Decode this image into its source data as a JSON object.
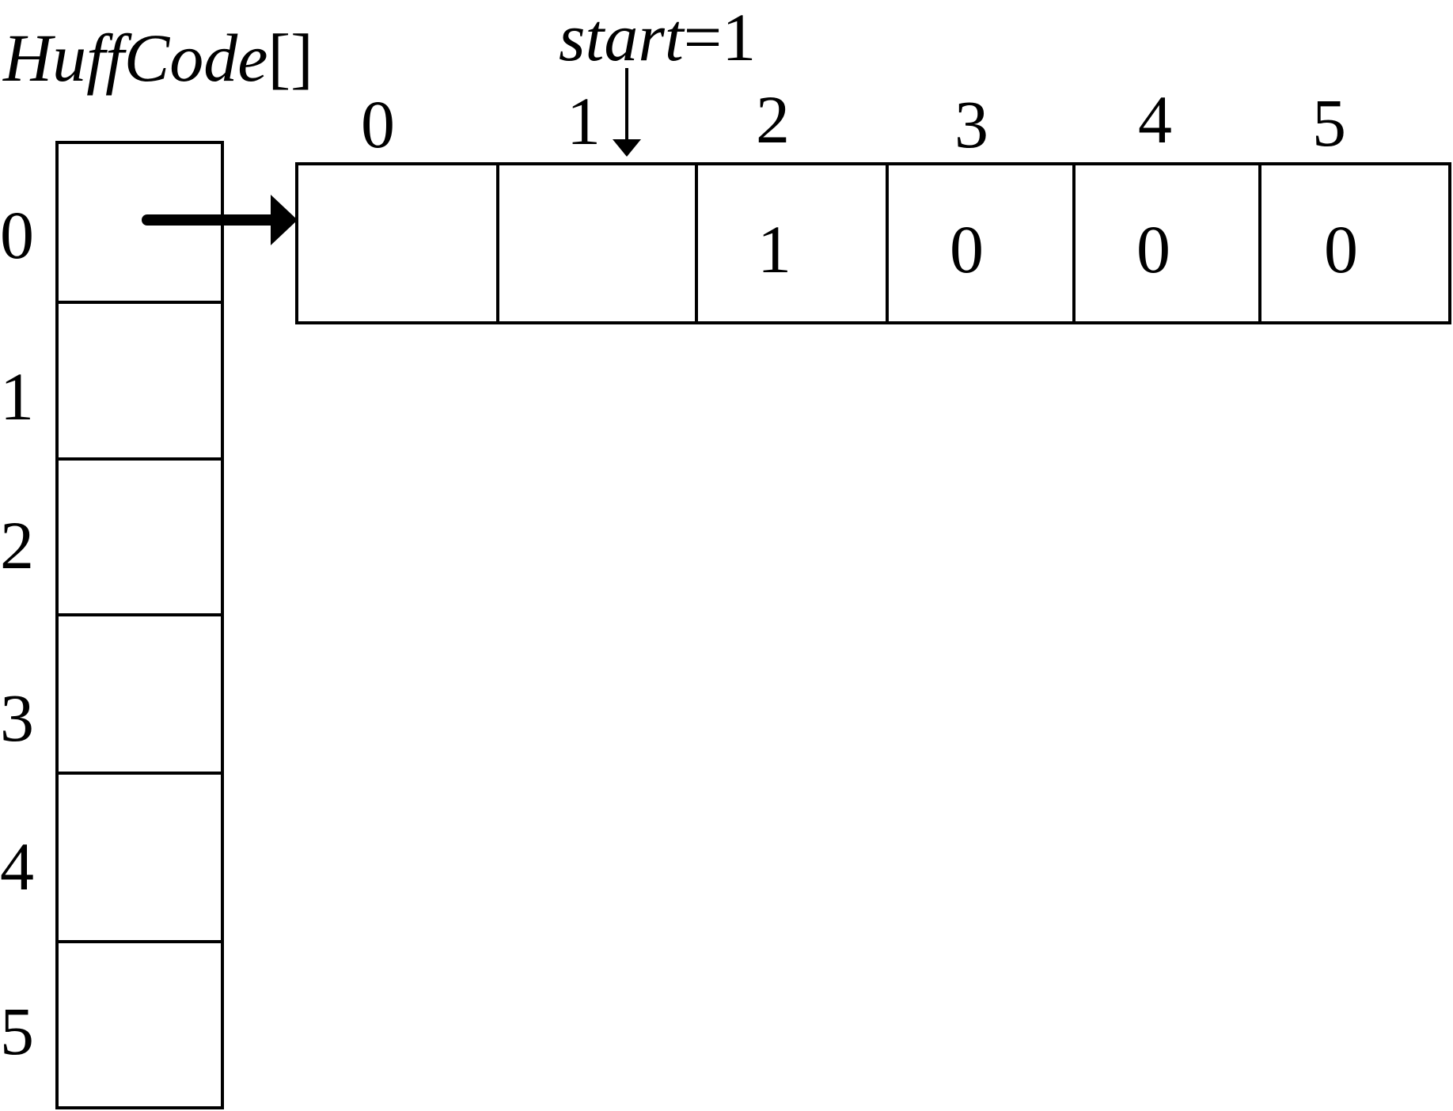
{
  "title": {
    "name": "HuffCode",
    "brackets": "[]"
  },
  "start_label": {
    "name": "start",
    "value": "=1"
  },
  "huffcode_array": {
    "indices": [
      "0",
      "1",
      "2",
      "3",
      "4",
      "5"
    ]
  },
  "code_array": {
    "indices": [
      "0",
      "1",
      "2",
      "3",
      "4",
      "5"
    ],
    "cells": [
      "",
      "",
      "1",
      "0",
      "0",
      "0"
    ]
  },
  "colors": {
    "line": "#000000",
    "background": "#ffffff"
  }
}
